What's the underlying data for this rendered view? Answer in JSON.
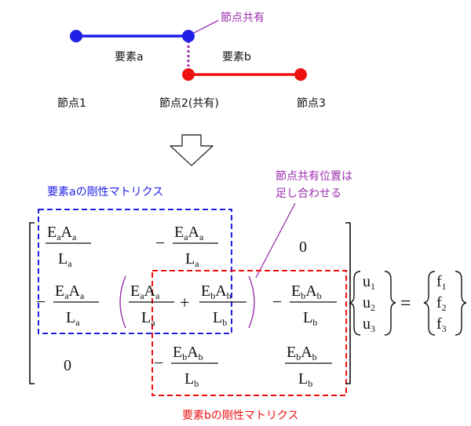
{
  "top": {
    "element_a": "要素a",
    "element_b": "要素b",
    "shared_callout": "節点共有",
    "node1": "節点1",
    "node2": "節点2(共有)",
    "node3": "節点3"
  },
  "callout": {
    "line1": "節点共有位置は",
    "line2": "足し合わせる"
  },
  "labels": {
    "stiffness_a": "要素aの剛性マトリクス",
    "stiffness_b": "要素bの剛性マトリクス"
  },
  "matrix": {
    "E": "E",
    "A": "A",
    "L": "L",
    "sub_a": "a",
    "sub_b": "b",
    "minus": "−",
    "plus": "+",
    "zero": "0",
    "equals": "=",
    "u_vector": [
      "u",
      "u",
      "u"
    ],
    "f_vector": [
      "f",
      "f",
      "f"
    ],
    "indices": [
      "1",
      "2",
      "3"
    ]
  },
  "colors": {
    "blue": "#1f1fe8",
    "red": "#ee1111",
    "purple": "#9b2fae",
    "black": "#111111"
  }
}
